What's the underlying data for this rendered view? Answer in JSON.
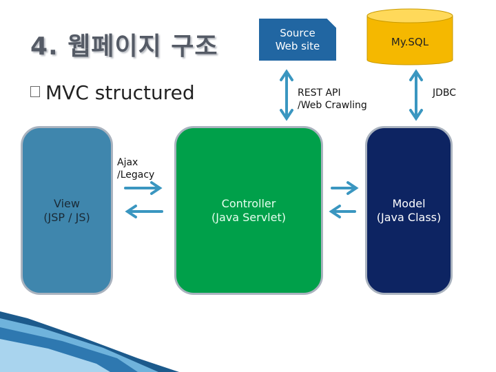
{
  "title": "4. 웹페이지 구조",
  "bullet": {
    "mark": "",
    "text": "MVC structured"
  },
  "boxes": {
    "view": {
      "line1": "View",
      "line2": "(JSP / JS)"
    },
    "controller": {
      "line1": "Controller",
      "line2": "(Java Servlet)"
    },
    "model": {
      "line1": "Model",
      "line2": "(Java Class)"
    },
    "source": {
      "line1": "Source",
      "line2": "Web site"
    },
    "mysql": {
      "label": "My.SQL"
    }
  },
  "labels": {
    "ajax": {
      "line1": "Ajax",
      "line2": "/Legacy"
    },
    "rest": {
      "line1": "REST API",
      "line2": "/Web Crawling"
    },
    "jdbc": "JDBC"
  },
  "colors": {
    "view": "#3f86ad",
    "controller": "#00a04a",
    "model": "#0d2462",
    "source": "#2166a2",
    "mysql": "#f5b800",
    "arrows": "#3a96c0"
  }
}
